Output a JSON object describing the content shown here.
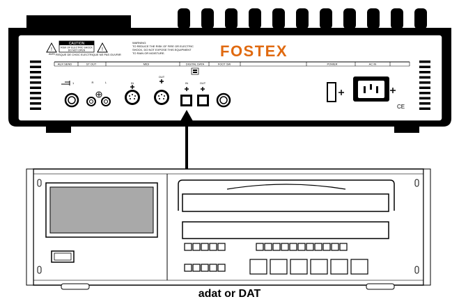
{
  "brand": "FOSTEX",
  "caution": {
    "title": "CAUTION",
    "line1": "RISK OF ELECTRIC SHOCK",
    "line2": "DO NOT OPEN",
    "french": "RISQUE DE CHOC ELECTRIQUE NE PAS OUVRIR",
    "avis": "AVIS"
  },
  "warning": {
    "title": "WARNING:",
    "lines": [
      "TO REDUCE THE RISK OF FIRE OR ELECTRIC",
      "SHOCK, DO NOT EXPOSE THIS EQUIPMENT",
      "TO RAIN OR MOISTURE."
    ]
  },
  "panel_sections": {
    "aux_send": "AUX SEND",
    "st_out": "ST OUT",
    "midi": "MIDI",
    "digital_data": "DIGITAL DATA",
    "foot_sw": "FOOT SW",
    "power": "POWER",
    "ac_in": "AC IN"
  },
  "jack_labels": {
    "r": "R",
    "l": "L",
    "in": "IN",
    "out": "OUT"
  },
  "ce_mark": "CE",
  "caption": "adat or DAT"
}
